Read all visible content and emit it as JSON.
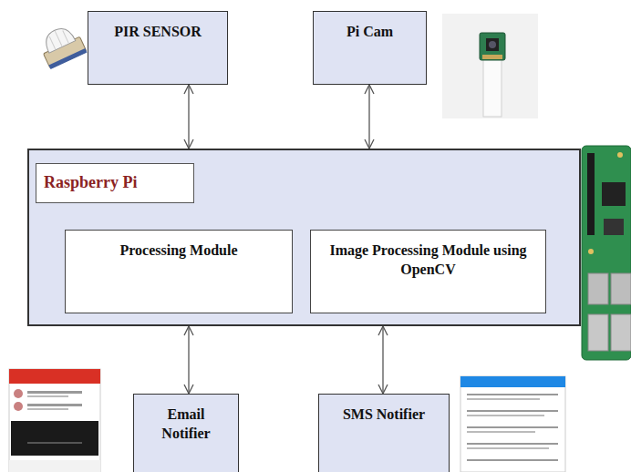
{
  "diagram": {
    "nodes": [
      {
        "text": [
          "PIR SENSOR"
        ]
      },
      {
        "text": [
          "Pi Cam"
        ]
      },
      {
        "text": [
          "Raspberry Pi"
        ]
      },
      {
        "text": [
          "Processing Module"
        ],
        "in": 2
      },
      {
        "text": [
          "Image Processing Module using OpenCV"
        ],
        "in": 2
      },
      {
        "text": [
          "Email Notifier"
        ]
      },
      {
        "text": [
          "SMS Notifier"
        ]
      }
    ],
    "edges": [
      {
        "from": 0,
        "to": 2,
        "arrow": "both"
      },
      {
        "from": 1,
        "to": 2,
        "arrow": "both"
      },
      {
        "from": 2,
        "to": 5,
        "arrow": "both"
      },
      {
        "from": 2,
        "to": 6,
        "arrow": "both"
      }
    ]
  }
}
